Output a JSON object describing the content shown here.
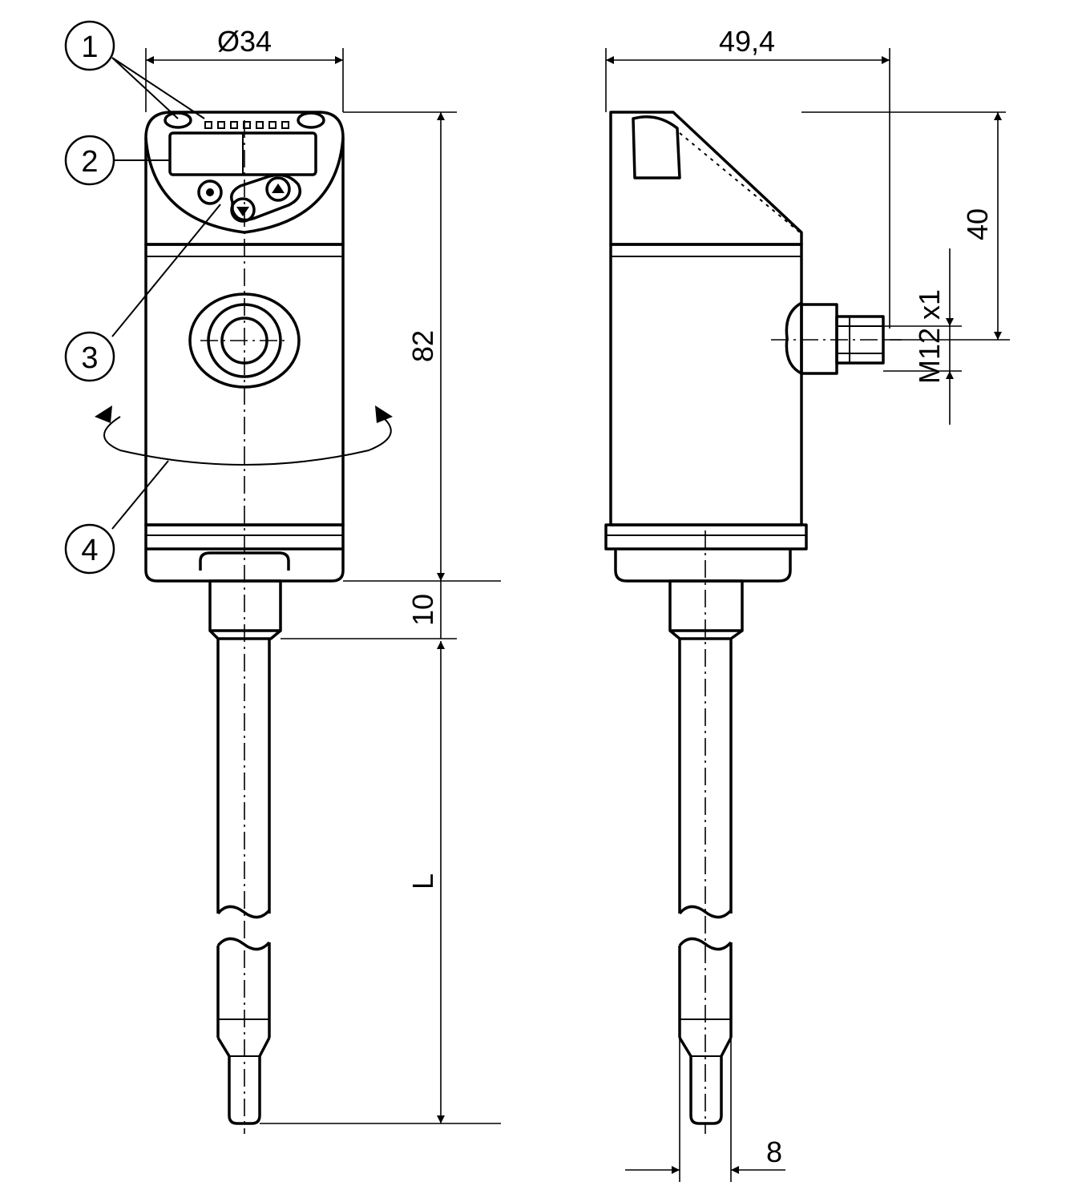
{
  "callouts": [
    "1",
    "2",
    "3",
    "4"
  ],
  "dimensions": {
    "diameter": "Ø34",
    "depth": "49,4",
    "height_body": "82",
    "height_connector": "40",
    "thread": "M12 x1",
    "neck": "10",
    "probe_length": "L",
    "probe_diameter": "8"
  }
}
